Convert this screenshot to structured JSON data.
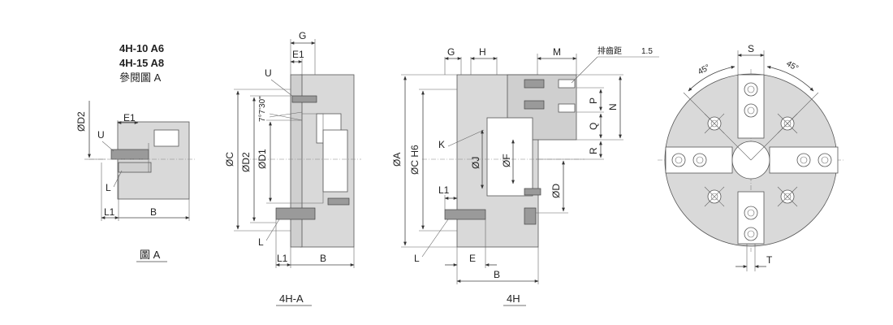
{
  "view_a": {
    "note_line1": "4H-10 A6",
    "note_line2": "4H-15 A8",
    "note_line3": "參閱圖 A",
    "caption": "圖 A",
    "labels": {
      "od2": "ØD2",
      "e1": "E1",
      "u": "U",
      "l": "L",
      "l1": "L1",
      "b": "B"
    }
  },
  "view_4ha": {
    "caption": "4H-A",
    "labels": {
      "g": "G",
      "e1": "E1",
      "u": "U",
      "angle": "7°7'30\"",
      "oc": "ØC",
      "od2": "ØD2",
      "od1": "ØD1",
      "l": "L",
      "l1": "L1",
      "b": "B"
    }
  },
  "view_4h": {
    "caption": "4H",
    "labels": {
      "g": "G",
      "h": "H",
      "m": "M",
      "pitch": "排齒距",
      "pitch_value": "1.5",
      "oa": "ØA",
      "och6": "ØC H6",
      "k": "K",
      "oj": "ØJ",
      "of": "ØF",
      "od": "ØD",
      "l1": "L1",
      "l": "L",
      "e": "E",
      "b": "B",
      "p": "P",
      "q": "Q",
      "n": "N",
      "r": "R"
    }
  },
  "front_view": {
    "labels": {
      "s": "S",
      "angle_left": "45°",
      "angle_right": "45°",
      "t": "T"
    }
  }
}
